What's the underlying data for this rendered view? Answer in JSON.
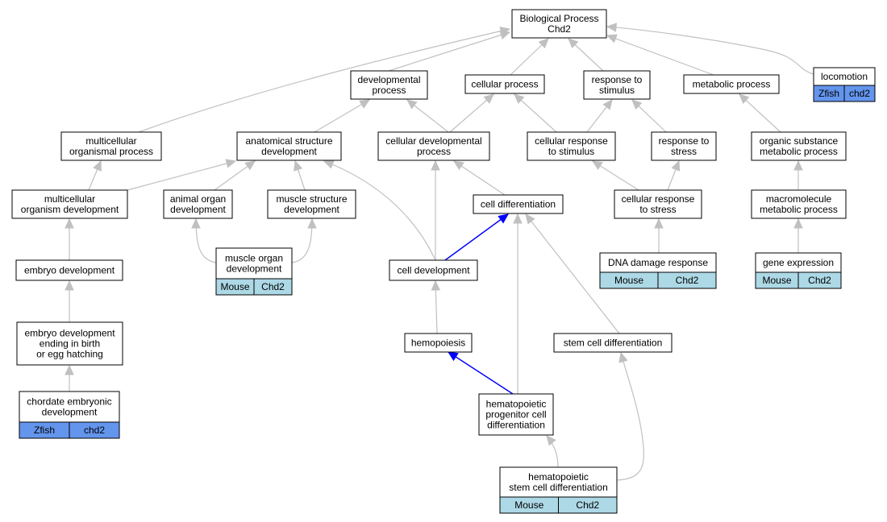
{
  "colors": {
    "zfish": "#6495ed",
    "mouse": "#add8e6",
    "edge": "#c0c0c0",
    "highlight_edge": "#0000ff"
  },
  "nodes": {
    "biological_process": {
      "lines": [
        "Biological Process",
        "Chd2"
      ]
    },
    "developmental_process": {
      "lines": [
        "developmental",
        "process"
      ]
    },
    "cellular_process": {
      "lines": [
        "cellular process"
      ]
    },
    "response_to_stimulus": {
      "lines": [
        "response to",
        "stimulus"
      ]
    },
    "metabolic_process": {
      "lines": [
        "metabolic process"
      ]
    },
    "locomotion": {
      "lines": [
        "locomotion"
      ],
      "species": "Zfish",
      "gene": "chd2"
    },
    "multicellular_organismal_process": {
      "lines": [
        "multicellular",
        "organismal process"
      ]
    },
    "anatomical_structure_development": {
      "lines": [
        "anatomical structure",
        "development"
      ]
    },
    "cellular_developmental_process": {
      "lines": [
        "cellular developmental",
        "process"
      ]
    },
    "cellular_response_to_stimulus": {
      "lines": [
        "cellular response",
        "to stimulus"
      ]
    },
    "response_to_stress": {
      "lines": [
        "response to",
        "stress"
      ]
    },
    "organic_substance_metabolic_process": {
      "lines": [
        "organic substance",
        "metabolic process"
      ]
    },
    "multicellular_organism_development": {
      "lines": [
        "multicellular",
        "organism development"
      ]
    },
    "animal_organ_development": {
      "lines": [
        "animal organ",
        "development"
      ]
    },
    "muscle_structure_development": {
      "lines": [
        "muscle structure",
        "development"
      ]
    },
    "cell_differentiation": {
      "lines": [
        "cell differentiation"
      ]
    },
    "cellular_response_to_stress": {
      "lines": [
        "cellular response",
        "to stress"
      ]
    },
    "macromolecule_metabolic_process": {
      "lines": [
        "macromolecule",
        "metabolic process"
      ]
    },
    "embryo_development": {
      "lines": [
        "embryo development"
      ]
    },
    "muscle_organ_development": {
      "lines": [
        "muscle organ",
        "development"
      ],
      "species": "Mouse",
      "gene": "Chd2"
    },
    "cell_development": {
      "lines": [
        "cell development"
      ]
    },
    "dna_damage_response": {
      "lines": [
        "DNA damage response"
      ],
      "species": "Mouse",
      "gene": "Chd2"
    },
    "gene_expression": {
      "lines": [
        "gene expression"
      ],
      "species": "Mouse",
      "gene": "Chd2"
    },
    "embryo_development_ending": {
      "lines": [
        "embryo development",
        "ending in birth",
        "or egg hatching"
      ]
    },
    "hemopoiesis": {
      "lines": [
        "hemopoiesis"
      ]
    },
    "stem_cell_differentiation": {
      "lines": [
        "stem cell differentiation"
      ]
    },
    "chordate_embryonic_development": {
      "lines": [
        "chordate embryonic",
        "development"
      ],
      "species": "Zfish",
      "gene": "chd2"
    },
    "hematopoietic_progenitor_cell_differentiation": {
      "lines": [
        "hematopoietic",
        "progenitor cell",
        "differentiation"
      ]
    },
    "hematopoietic_stem_cell_differentiation": {
      "lines": [
        "hematopoietic",
        "stem cell differentiation"
      ],
      "species": "Mouse",
      "gene": "Chd2"
    }
  },
  "edges": [
    {
      "from": "developmental_process",
      "to": "biological_process"
    },
    {
      "from": "cellular_process",
      "to": "biological_process"
    },
    {
      "from": "response_to_stimulus",
      "to": "biological_process"
    },
    {
      "from": "metabolic_process",
      "to": "biological_process"
    },
    {
      "from": "locomotion",
      "to": "biological_process"
    },
    {
      "from": "multicellular_organismal_process",
      "to": "biological_process"
    },
    {
      "from": "anatomical_structure_development",
      "to": "developmental_process"
    },
    {
      "from": "cellular_developmental_process",
      "to": "developmental_process"
    },
    {
      "from": "cellular_developmental_process",
      "to": "cellular_process"
    },
    {
      "from": "cellular_response_to_stimulus",
      "to": "cellular_process"
    },
    {
      "from": "cellular_response_to_stimulus",
      "to": "response_to_stimulus"
    },
    {
      "from": "response_to_stress",
      "to": "response_to_stimulus"
    },
    {
      "from": "organic_substance_metabolic_process",
      "to": "metabolic_process"
    },
    {
      "from": "multicellular_organism_development",
      "to": "multicellular_organismal_process"
    },
    {
      "from": "multicellular_organism_development",
      "to": "anatomical_structure_development"
    },
    {
      "from": "animal_organ_development",
      "to": "anatomical_structure_development"
    },
    {
      "from": "muscle_structure_development",
      "to": "anatomical_structure_development"
    },
    {
      "from": "cell_development",
      "to": "anatomical_structure_development"
    },
    {
      "from": "cell_differentiation",
      "to": "cellular_developmental_process"
    },
    {
      "from": "cell_development",
      "to": "cellular_developmental_process"
    },
    {
      "from": "cellular_response_to_stress",
      "to": "cellular_response_to_stimulus"
    },
    {
      "from": "cellular_response_to_stress",
      "to": "response_to_stress"
    },
    {
      "from": "macromolecule_metabolic_process",
      "to": "organic_substance_metabolic_process"
    },
    {
      "from": "embryo_development",
      "to": "multicellular_organism_development"
    },
    {
      "from": "muscle_organ_development",
      "to": "animal_organ_development"
    },
    {
      "from": "muscle_organ_development",
      "to": "muscle_structure_development"
    },
    {
      "from": "cell_development",
      "to": "cell_differentiation",
      "highlight": true
    },
    {
      "from": "dna_damage_response",
      "to": "cellular_response_to_stress"
    },
    {
      "from": "gene_expression",
      "to": "macromolecule_metabolic_process"
    },
    {
      "from": "embryo_development_ending",
      "to": "embryo_development"
    },
    {
      "from": "hemopoiesis",
      "to": "cell_development"
    },
    {
      "from": "hematopoietic_progenitor_cell_differentiation",
      "to": "cell_differentiation"
    },
    {
      "from": "stem_cell_differentiation",
      "to": "cell_differentiation"
    },
    {
      "from": "chordate_embryonic_development",
      "to": "embryo_development_ending"
    },
    {
      "from": "hematopoietic_progenitor_cell_differentiation",
      "to": "hemopoiesis",
      "highlight": true
    },
    {
      "from": "hematopoietic_stem_cell_differentiation",
      "to": "hematopoietic_progenitor_cell_differentiation"
    },
    {
      "from": "hematopoietic_stem_cell_differentiation",
      "to": "stem_cell_differentiation"
    }
  ]
}
